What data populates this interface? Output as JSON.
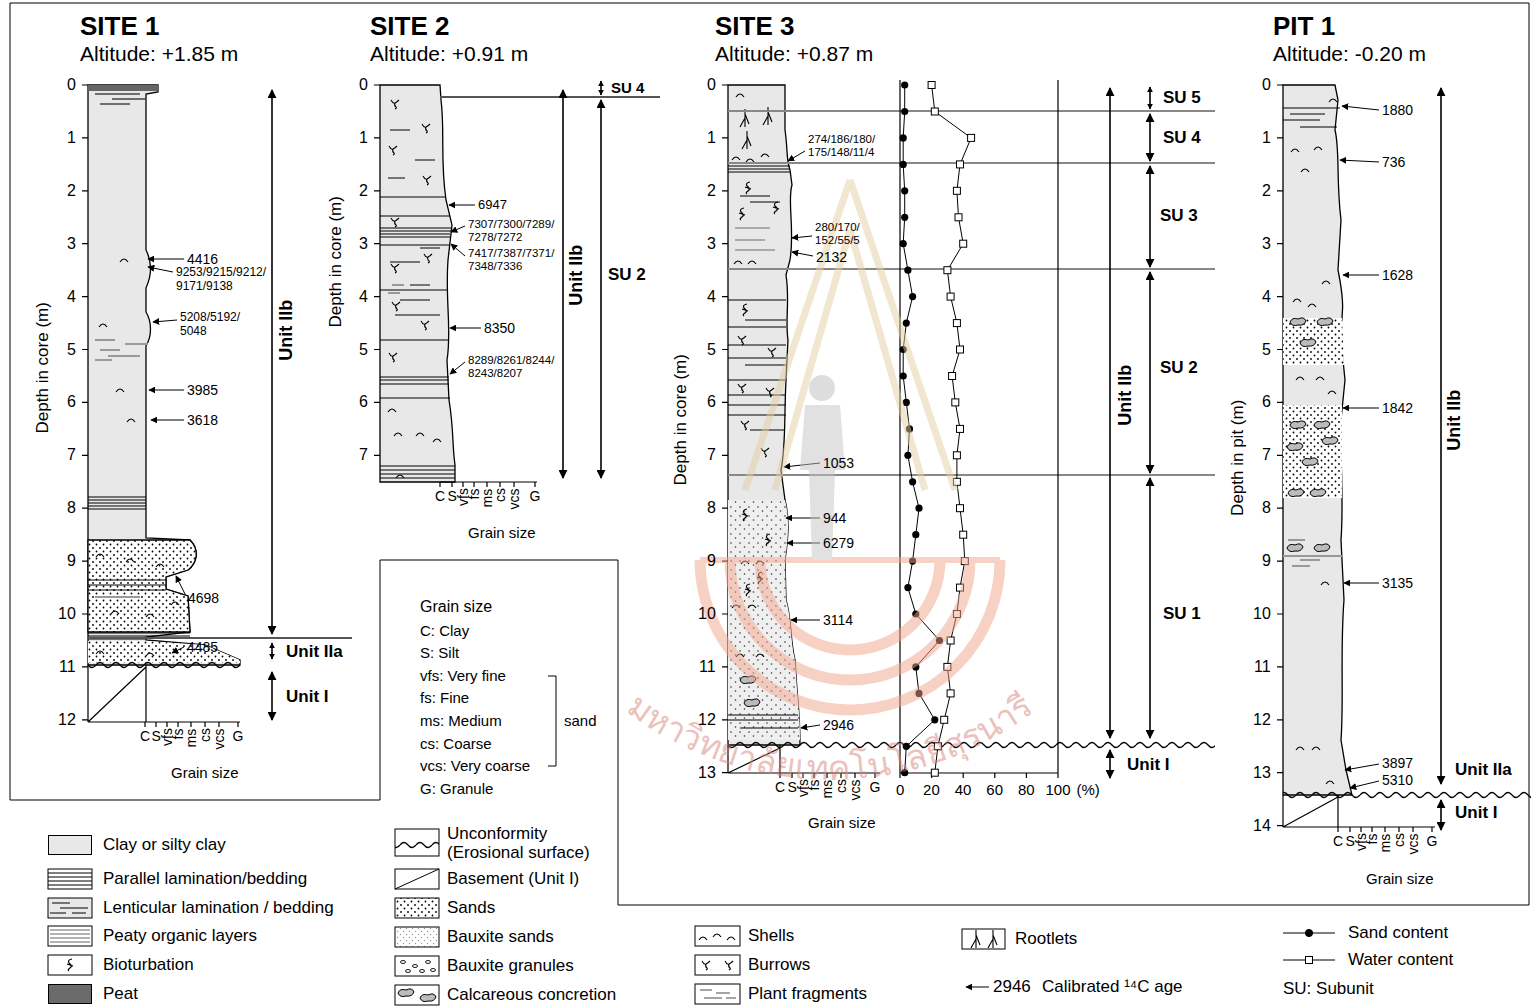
{
  "diagram": {
    "labels": [
      "SITE 1",
      "Altitude: +1.85 m",
      "Depth in core (m)",
      "0",
      "1",
      "2",
      "3",
      "4",
      "5",
      "6",
      "7",
      "8",
      "9",
      "10",
      "11",
      "12",
      "C",
      "S",
      "vfs",
      "fs",
      "ms",
      "cs",
      "vcs",
      "G",
      "Grain size",
      "4416",
      "9253/9215/9212/ 9171/9138",
      "5208/5192/ 5048",
      "3985",
      "3618",
      "4698",
      "4485",
      "Unit IIb",
      "Unit IIa",
      "Unit I",
      "SITE 2",
      "Altitude: +0.91 m",
      "Depth in core (m)",
      "0",
      "1",
      "2",
      "3",
      "4",
      "5",
      "6",
      "7",
      "C",
      "S",
      "vfs",
      "fs",
      "ms",
      "cs",
      "vcs",
      "G",
      "Grain size",
      "6947",
      "7307/7300/7289/ 7278/7272",
      "7417/7387/7371/ 7348/7336",
      "8350",
      "8289/8261/8244/ 8243/8207",
      "SU 4",
      "Unit IIb",
      "SU 2",
      "Grain size",
      "C: Clay",
      "S: Silt",
      "vfs: Very fine",
      "fs: Fine",
      "ms: Medium",
      "cs: Coarse",
      "vcs: Very coarse",
      "G: Granule",
      "sand",
      "SITE 3",
      "Altitude: +0.87 m",
      "Depth in core (m)",
      "0",
      "1",
      "2",
      "3",
      "4",
      "5",
      "6",
      "7",
      "8",
      "9",
      "10",
      "11",
      "12",
      "13",
      "C",
      "S",
      "vfs",
      "fs",
      "ms",
      "cs",
      "vcs",
      "G",
      "Grain size",
      "274/186/180/ 175/148/11/4",
      "280/170/ 152/55/5",
      "2132",
      "1053",
      "944",
      "6279",
      "3114",
      "2946",
      "0",
      "20",
      "40",
      "60",
      "80",
      "100",
      "(%)",
      "SU 5",
      "SU 4",
      "SU 3",
      "Unit IIb",
      "SU 2",
      "SU 1",
      "Unit I",
      "PIT 1",
      "Altitude: -0.20 m",
      "Depth in pit (m)",
      "0",
      "1",
      "2",
      "3",
      "4",
      "5",
      "6",
      "7",
      "8",
      "9",
      "10",
      "11",
      "12",
      "13",
      "14",
      "C",
      "S",
      "vfs",
      "fs",
      "ms",
      "cs",
      "vcs",
      "G",
      "Grain size",
      "1880",
      "736",
      "1628",
      "1842",
      "3135",
      "3897",
      "5310",
      "Unit IIb",
      "Unit IIa",
      "Unit I",
      "2946",
      "SU: Subunit",
      "มหาวิทยาลัยเทคโนโลยีสุรนารี"
    ],
    "legend": [
      {
        "text": "Clay or silty clay",
        "color": "#e8e8e8"
      },
      {
        "text": "Parallel lamination/bedding"
      },
      {
        "text": "Lenticular lamination / bedding"
      },
      {
        "text": "Peaty organic layers"
      },
      {
        "text": "Bioturbation"
      },
      {
        "text": "Peat",
        "color": "#6b6b6b"
      },
      {
        "text": "Unconformity (Erosional surface)"
      },
      {
        "text": "Basement (Unit I)"
      },
      {
        "text": "Sands"
      },
      {
        "text": "Bauxite sands"
      },
      {
        "text": "Bauxite granules"
      },
      {
        "text": "Calcareous concretion"
      },
      {
        "text": "Shells"
      },
      {
        "text": "Burrows"
      },
      {
        "text": "Plant fragments"
      },
      {
        "text": "Rootlets"
      },
      {
        "text": "Calibrated ¹⁴C age"
      },
      {
        "text": "Sand content"
      },
      {
        "text": "Water content"
      }
    ]
  }
}
